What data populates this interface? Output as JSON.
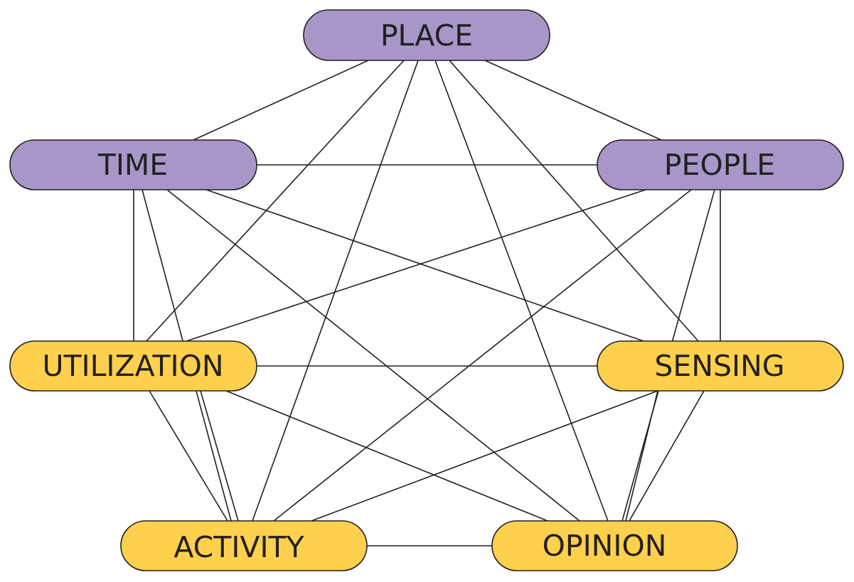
{
  "colors": {
    "context": "#a797c9",
    "data": "#fdd04d",
    "line": "#231f20"
  },
  "nodes": {
    "place": {
      "label": "PLACE",
      "group": "context"
    },
    "time": {
      "label": "TIME",
      "group": "context"
    },
    "people": {
      "label": "PEOPLE",
      "group": "context"
    },
    "utilization": {
      "label": "UTILIZATION",
      "group": "data"
    },
    "sensing": {
      "label": "SENSING",
      "group": "data"
    },
    "activity": {
      "label": "ACTIVITY",
      "group": "data"
    },
    "opinion": {
      "label": "OPINION",
      "group": "data"
    }
  },
  "edges": [
    [
      "place",
      "time"
    ],
    [
      "place",
      "people"
    ],
    [
      "place",
      "utilization"
    ],
    [
      "place",
      "sensing"
    ],
    [
      "place",
      "activity"
    ],
    [
      "place",
      "opinion"
    ],
    [
      "time",
      "people"
    ],
    [
      "time",
      "utilization"
    ],
    [
      "time",
      "sensing"
    ],
    [
      "time",
      "activity"
    ],
    [
      "time",
      "opinion"
    ],
    [
      "people",
      "utilization"
    ],
    [
      "people",
      "sensing"
    ],
    [
      "people",
      "activity"
    ],
    [
      "people",
      "opinion"
    ],
    [
      "utilization",
      "sensing"
    ],
    [
      "utilization",
      "activity"
    ],
    [
      "utilization",
      "opinion"
    ],
    [
      "sensing",
      "activity"
    ],
    [
      "sensing",
      "opinion"
    ],
    [
      "activity",
      "opinion"
    ]
  ]
}
